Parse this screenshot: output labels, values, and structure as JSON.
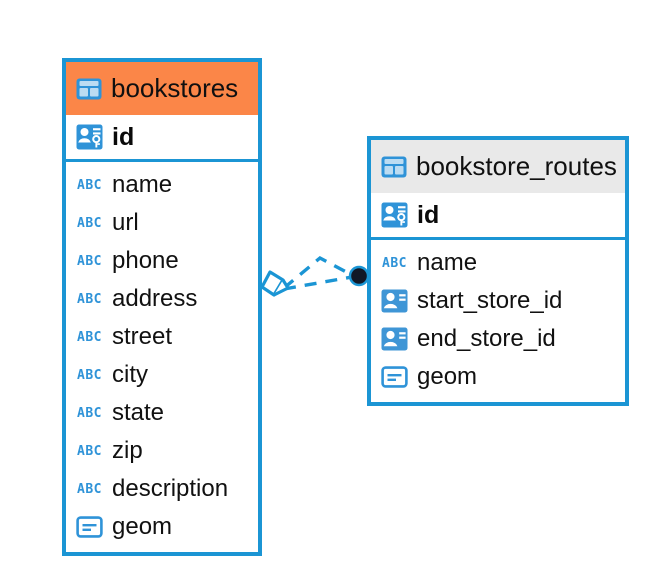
{
  "diagram": {
    "kind": "entity-relationship-diagram",
    "background": "#ffffff",
    "accent_blue": "#1b95d4",
    "highlight_orange": "#fb8648",
    "header_grey": "#e9e9e9",
    "icon_blue": "#2f93d8",
    "connector_color": "#1b95d4",
    "connector_style": "dashed",
    "endpoint_left": "diamond-outline",
    "endpoint_right": "filled-circle"
  },
  "tables": [
    {
      "name": "bookstores",
      "header_icon": "table-icon",
      "header_style": "orange",
      "primary_key": {
        "label": "id",
        "icon": "primary-key-icon"
      },
      "columns": [
        {
          "label": "name",
          "icon": "abc-text-icon",
          "icon_text": "ABC"
        },
        {
          "label": "url",
          "icon": "abc-text-icon",
          "icon_text": "ABC"
        },
        {
          "label": "phone",
          "icon": "abc-text-icon",
          "icon_text": "ABC"
        },
        {
          "label": "address",
          "icon": "abc-text-icon",
          "icon_text": "ABC"
        },
        {
          "label": "street",
          "icon": "abc-text-icon",
          "icon_text": "ABC"
        },
        {
          "label": "city",
          "icon": "abc-text-icon",
          "icon_text": "ABC"
        },
        {
          "label": "state",
          "icon": "abc-text-icon",
          "icon_text": "ABC"
        },
        {
          "label": "zip",
          "icon": "abc-text-icon",
          "icon_text": "ABC"
        },
        {
          "label": "description",
          "icon": "abc-text-icon",
          "icon_text": "ABC"
        },
        {
          "label": "geom",
          "icon": "geometry-icon",
          "icon_text": ""
        }
      ]
    },
    {
      "name": "bookstore_routes",
      "header_icon": "table-icon",
      "header_style": "grey",
      "primary_key": {
        "label": "id",
        "icon": "primary-key-icon"
      },
      "columns": [
        {
          "label": "name",
          "icon": "abc-text-icon",
          "icon_text": "ABC"
        },
        {
          "label": "start_store_id",
          "icon": "foreign-key-icon",
          "icon_text": ""
        },
        {
          "label": "end_store_id",
          "icon": "foreign-key-icon",
          "icon_text": ""
        },
        {
          "label": "geom",
          "icon": "geometry-icon",
          "icon_text": ""
        }
      ]
    }
  ],
  "relationships": [
    {
      "from_table": "bookstores",
      "from_column": "id",
      "to_table": "bookstore_routes",
      "to_column": "start_store_id"
    },
    {
      "from_table": "bookstores",
      "from_column": "id",
      "to_table": "bookstore_routes",
      "to_column": "end_store_id"
    }
  ]
}
